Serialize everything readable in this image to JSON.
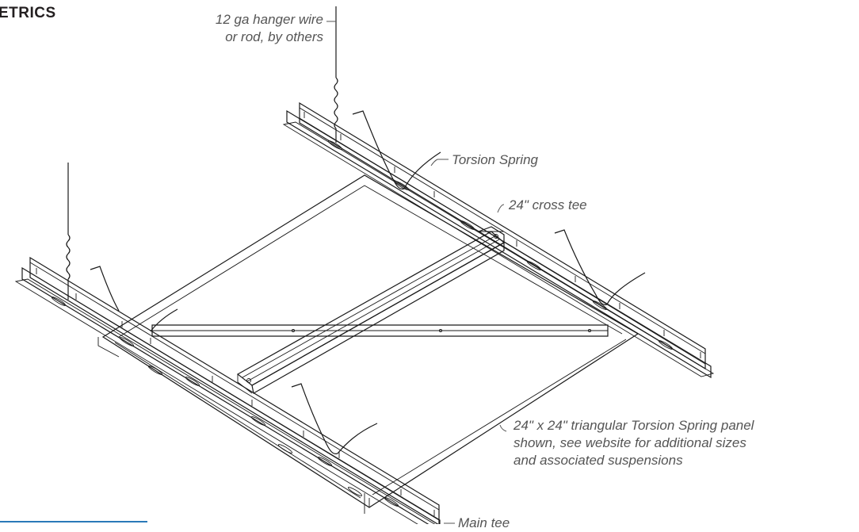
{
  "heading": "ETRICS",
  "callouts": {
    "hanger_line1": "12 ga hanger wire",
    "hanger_line2": "or rod, by others",
    "torsion_spring": "Torsion Spring",
    "cross_tee": "24\" cross tee",
    "panel_line1": "24\" x 24\" triangular Torsion Spring panel",
    "panel_line2": "shown, see website for additional sizes",
    "panel_line3": "and associated suspensions",
    "main_tee": "Main tee"
  },
  "colors": {
    "line": "#1a1a1a",
    "callout_text": "#555555",
    "heading": "#231f20",
    "rule": "#2a79b8"
  }
}
